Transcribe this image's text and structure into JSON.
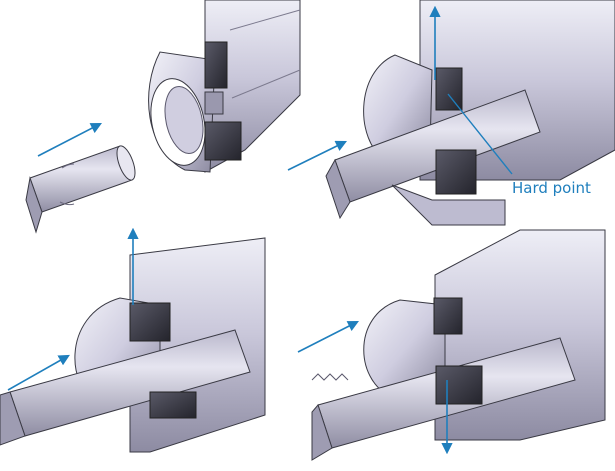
{
  "labels": {
    "hard_point": "Hard point"
  },
  "panels": [
    {
      "id": "panel-1",
      "description_visible": false
    },
    {
      "id": "panel-2",
      "description_visible": false
    },
    {
      "id": "panel-3",
      "description_visible": false
    },
    {
      "id": "panel-4",
      "description_visible": false
    }
  ],
  "colors": {
    "arrow": "#1f7fbd",
    "label": "#1f7fbd",
    "metal_light": "#d9d8e6",
    "metal_mid": "#bdbbd0",
    "metal_dark": "#7c7a8e",
    "section_face": "#a9a7c0",
    "ferrule": "#3c3c48",
    "outline": "#2a2a33"
  }
}
